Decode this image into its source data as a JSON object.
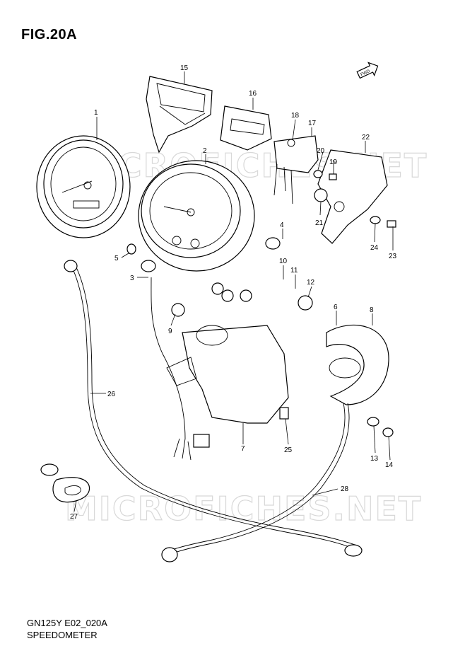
{
  "figure": {
    "title": "FIG.20A"
  },
  "footer": {
    "code": "GN125Y E02_020A",
    "name": "SPEEDOMETER"
  },
  "watermark": {
    "text": "MICROFICHES.NET"
  },
  "direction_arrow": {
    "label": "FWD"
  },
  "callouts": [
    "1",
    "2",
    "3",
    "4",
    "5",
    "6",
    "7",
    "8",
    "9",
    "10",
    "11",
    "12",
    "13",
    "14",
    "15",
    "16",
    "17",
    "18",
    "19",
    "20",
    "21",
    "22",
    "23",
    "24",
    "25",
    "26",
    "27",
    "28"
  ]
}
